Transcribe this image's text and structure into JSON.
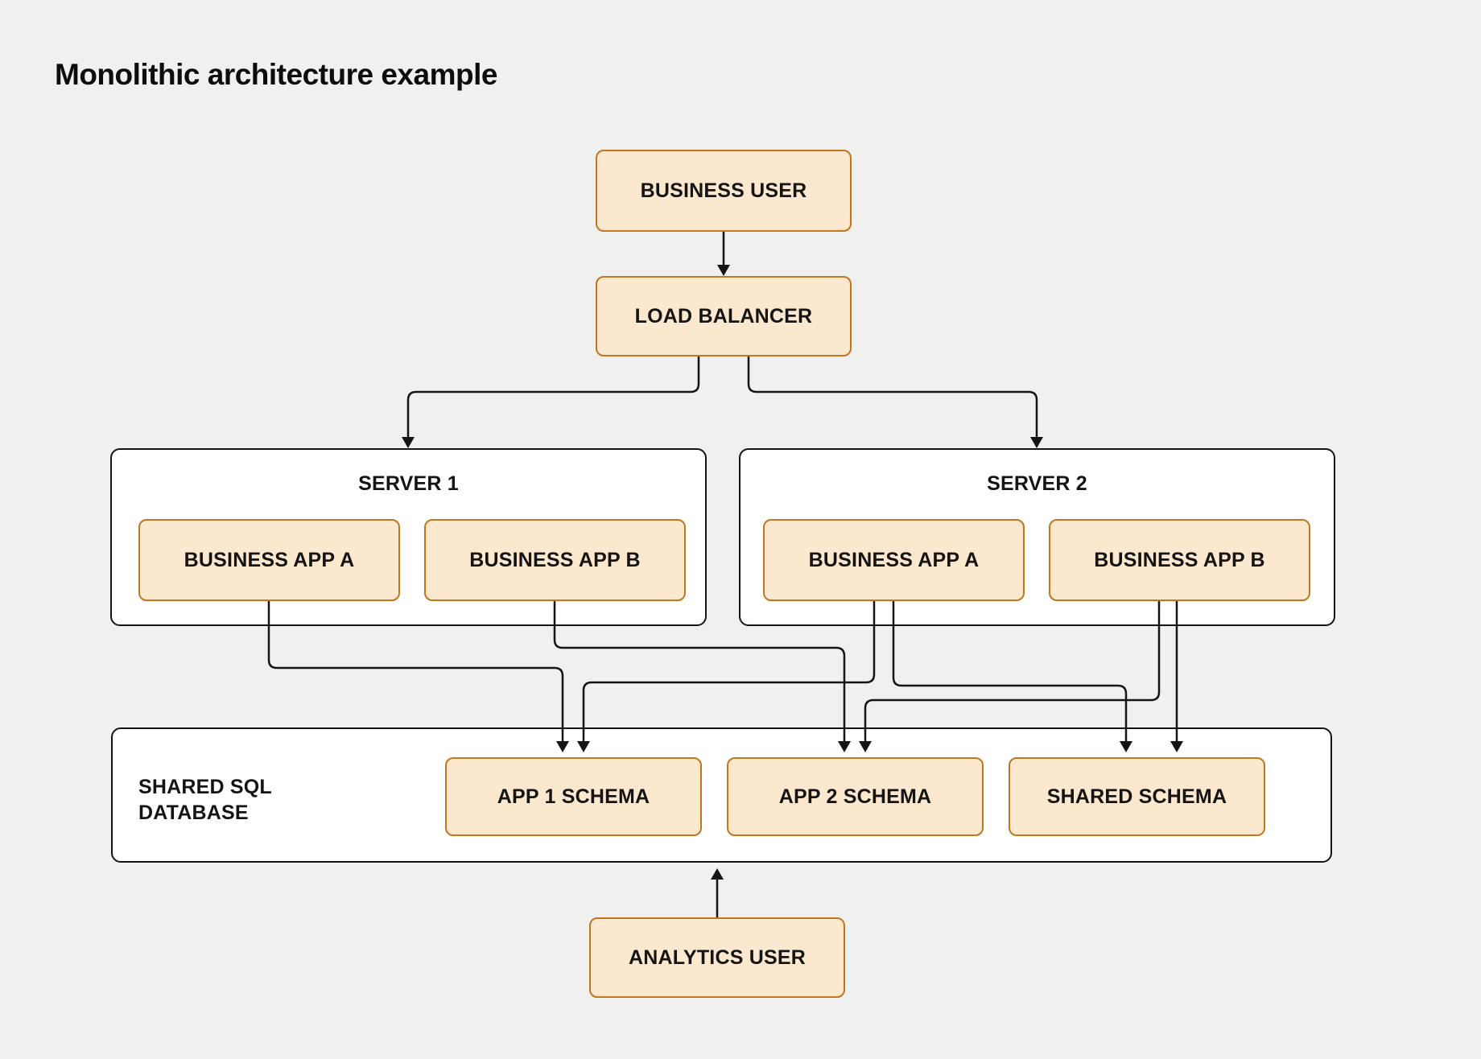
{
  "title": "Monolithic architecture example",
  "colors": {
    "background": "#f0f0ef",
    "node_fill": "#fce8ce",
    "node_border": "#c2771e",
    "container_fill": "#ffffff",
    "container_border": "#141414",
    "connector": "#141414",
    "text": "#141414"
  },
  "nodes": {
    "business_user": {
      "label": "BUSINESS USER"
    },
    "load_balancer": {
      "label": "LOAD BALANCER"
    },
    "server1": {
      "label": "SERVER 1",
      "apps": [
        {
          "label": "BUSINESS APP A"
        },
        {
          "label": "BUSINESS APP B"
        }
      ]
    },
    "server2": {
      "label": "SERVER 2",
      "apps": [
        {
          "label": "BUSINESS APP A"
        },
        {
          "label": "BUSINESS APP B"
        }
      ]
    },
    "database": {
      "label": "SHARED SQL DATABASE",
      "schemas": [
        {
          "label": "APP 1 SCHEMA"
        },
        {
          "label": "APP 2 SCHEMA"
        },
        {
          "label": "SHARED SCHEMA"
        }
      ]
    },
    "analytics_user": {
      "label": "ANALYTICS USER"
    }
  },
  "edges": [
    {
      "from": "business_user",
      "to": "load_balancer"
    },
    {
      "from": "load_balancer",
      "to": "server1"
    },
    {
      "from": "load_balancer",
      "to": "server2"
    },
    {
      "from": "server1.business_app_a",
      "to": "database.app_1_schema"
    },
    {
      "from": "server1.business_app_b",
      "to": "database.app_2_schema"
    },
    {
      "from": "server2.business_app_a",
      "to": "database.app_1_schema"
    },
    {
      "from": "server2.business_app_a",
      "to": "database.shared_schema"
    },
    {
      "from": "server2.business_app_b",
      "to": "database.app_2_schema"
    },
    {
      "from": "server2.business_app_b",
      "to": "database.shared_schema"
    },
    {
      "from": "analytics_user",
      "to": "database"
    }
  ]
}
